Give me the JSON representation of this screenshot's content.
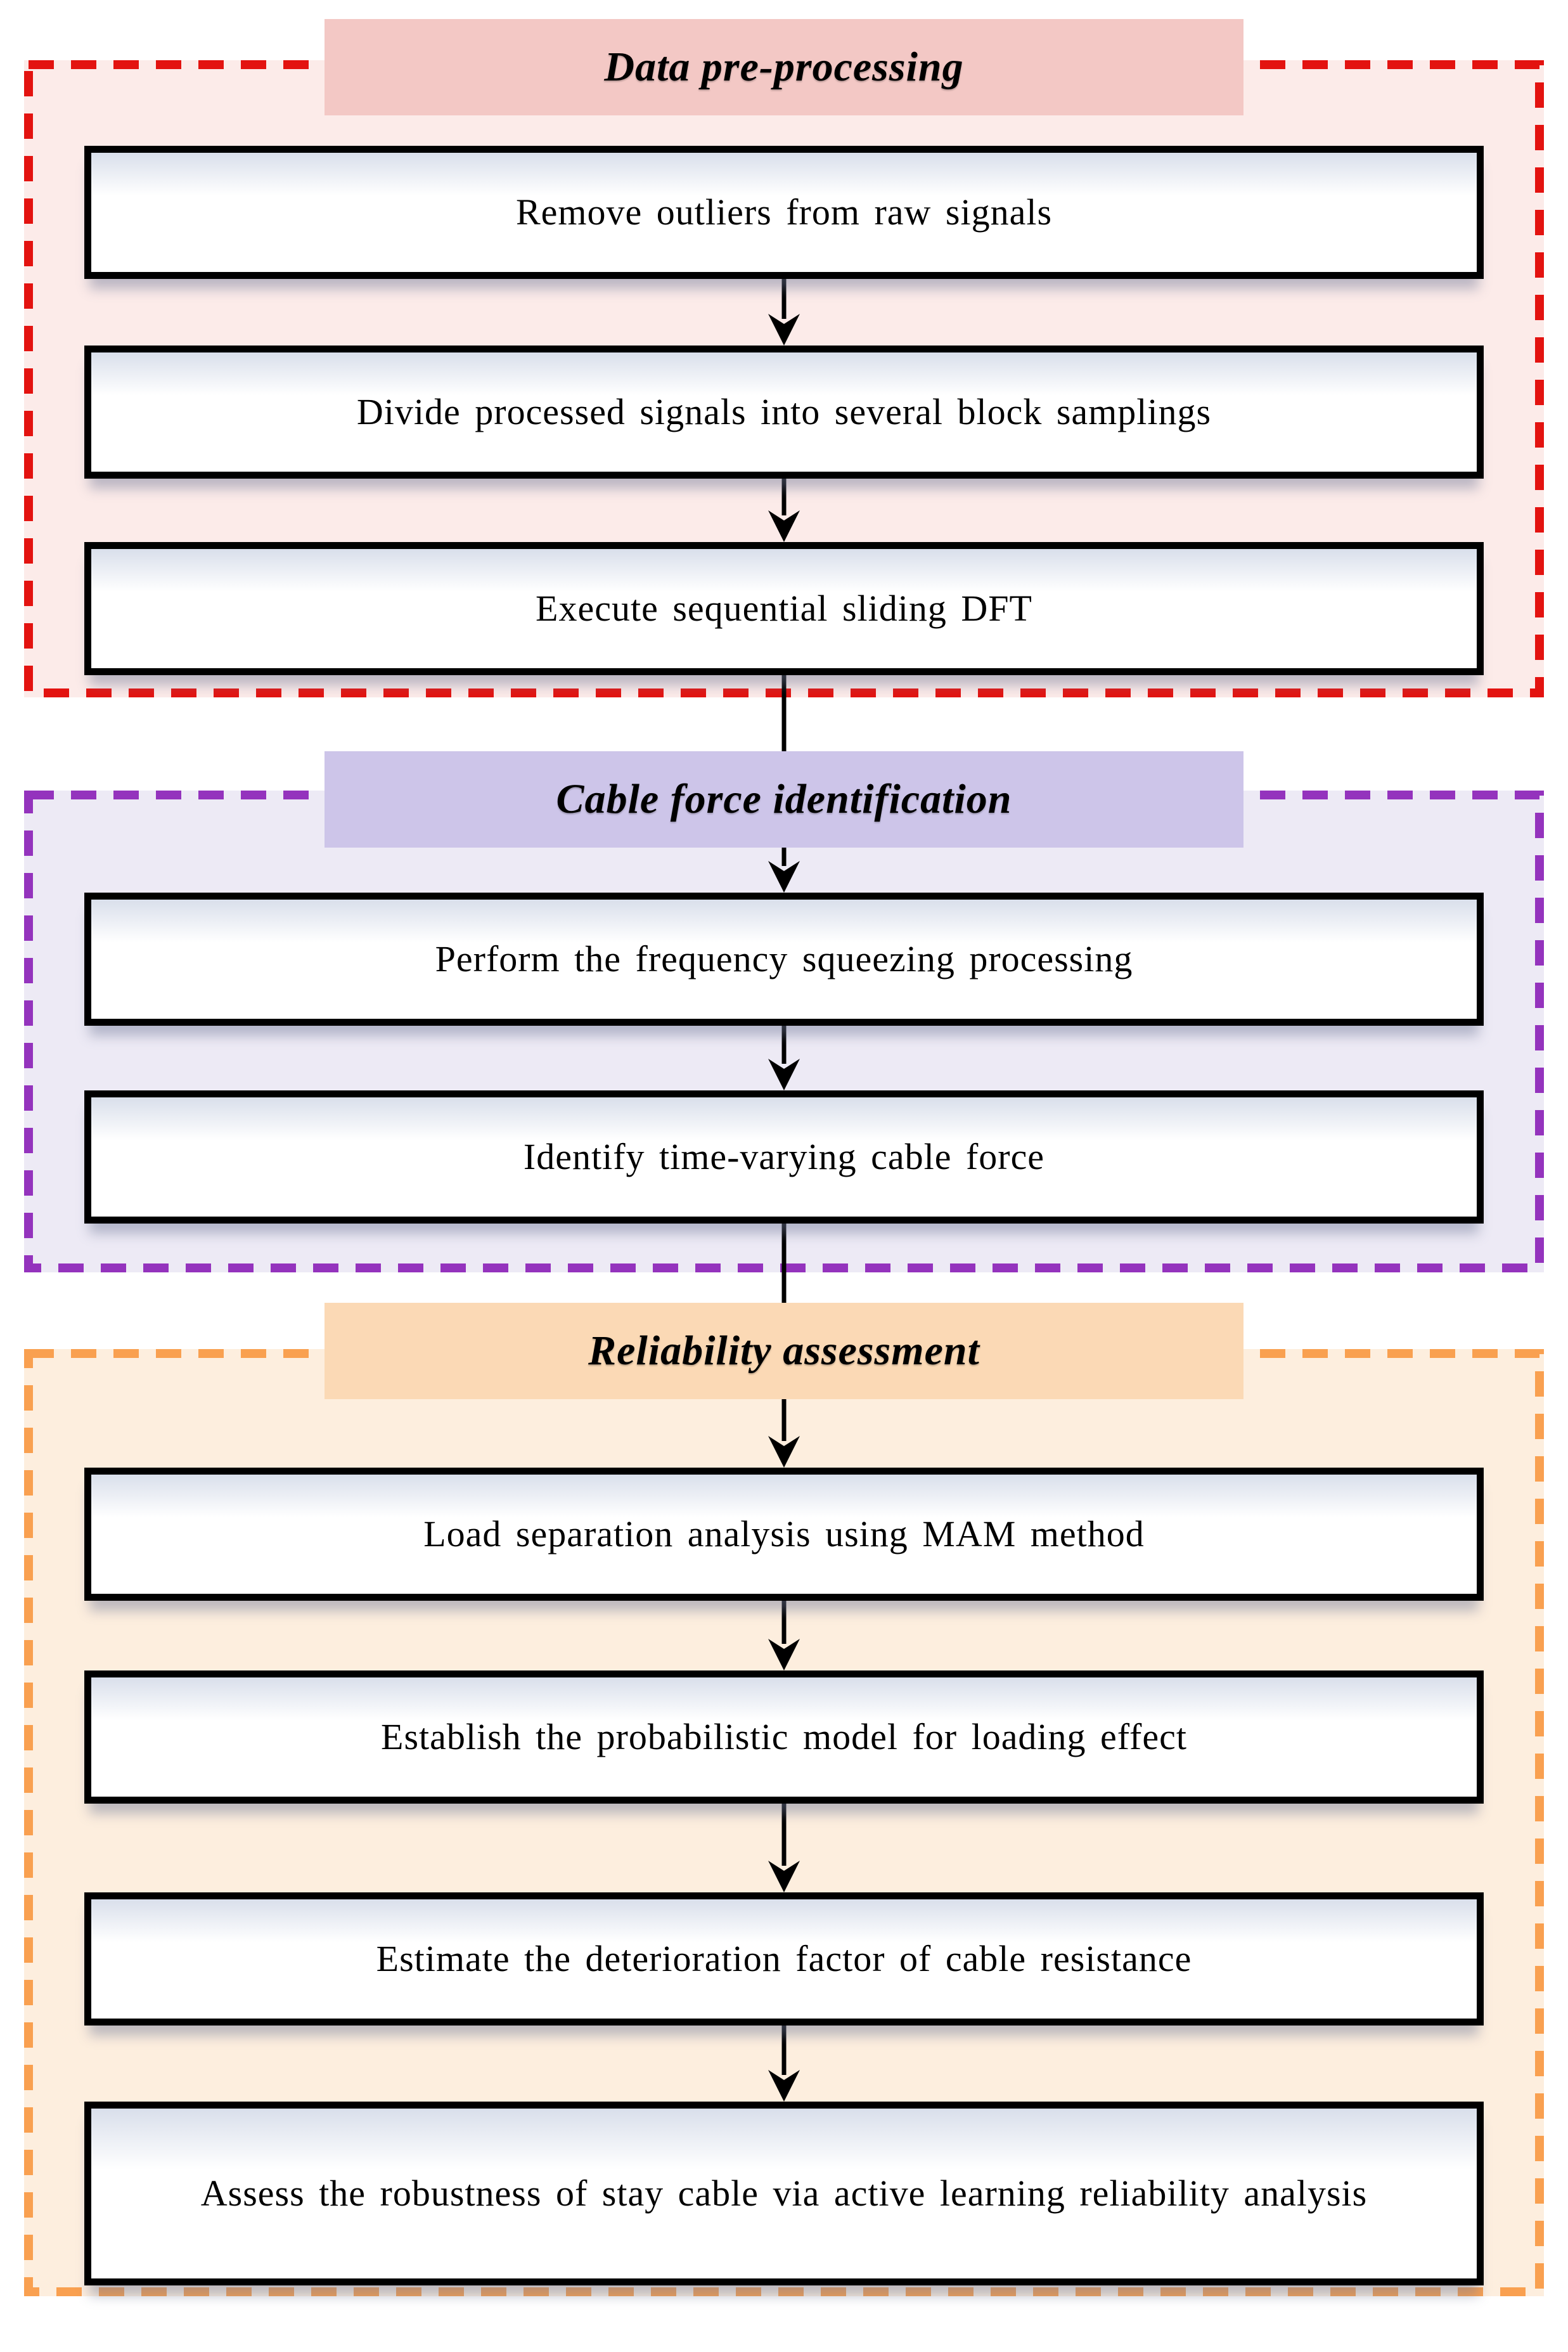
{
  "figure": {
    "type": "flowchart",
    "orientation": "top-down"
  },
  "colors": {
    "page_background": "#ffffff",
    "box_fill": "#ffffff",
    "box_border": "#000000",
    "box_top_tint": "#d9dfeb",
    "arrow": "#000000",
    "text": "#000000"
  },
  "sections": [
    {
      "title": "Data pre-processing",
      "border_color": "#e31310",
      "bg_color": "#fcebe9",
      "band_color": "#f3c8c5",
      "boxes": [
        "Remove outliers from raw signals",
        "Divide processed signals into several block samplings",
        "Execute sequential sliding DFT"
      ]
    },
    {
      "title": "Cable force identification",
      "border_color": "#9433bd",
      "bg_color": "#edeaf5",
      "band_color": "#cdc5e9",
      "boxes": [
        "Perform the frequency squeezing processing",
        "Identify time-varying cable force"
      ]
    },
    {
      "title": "Reliability assessment",
      "border_color": "#f9a050",
      "bg_color": "#fdeede",
      "band_color": "#fbd9b5",
      "boxes": [
        "Load separation analysis using MAM method",
        "Establish the probabilistic model for loading effect",
        "Estimate the deterioration factor of cable resistance",
        "Assess the robustness of stay cable via active learning reliability analysis"
      ]
    }
  ]
}
